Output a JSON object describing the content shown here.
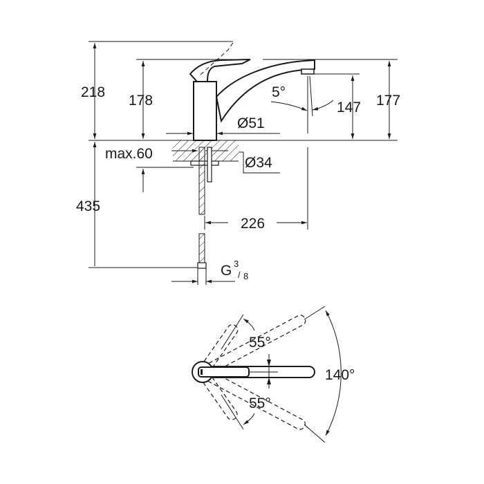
{
  "side_view": {
    "dim_total_height": "218",
    "dim_body_height": "178",
    "dim_spout_height": "177",
    "dim_spout_outlet_height": "147",
    "dim_spout_angle": "5°",
    "dim_body_diameter": "Ø51",
    "dim_max_thickness": "max.60",
    "dim_hole_diameter": "Ø34",
    "dim_hose_length": "435",
    "dim_spout_reach": "226",
    "dim_connection_g": "G",
    "dim_connection_num": "3",
    "dim_connection_den": "8"
  },
  "top_view": {
    "angle_upper": "55°",
    "angle_lower": "55°",
    "angle_total": "140°"
  }
}
